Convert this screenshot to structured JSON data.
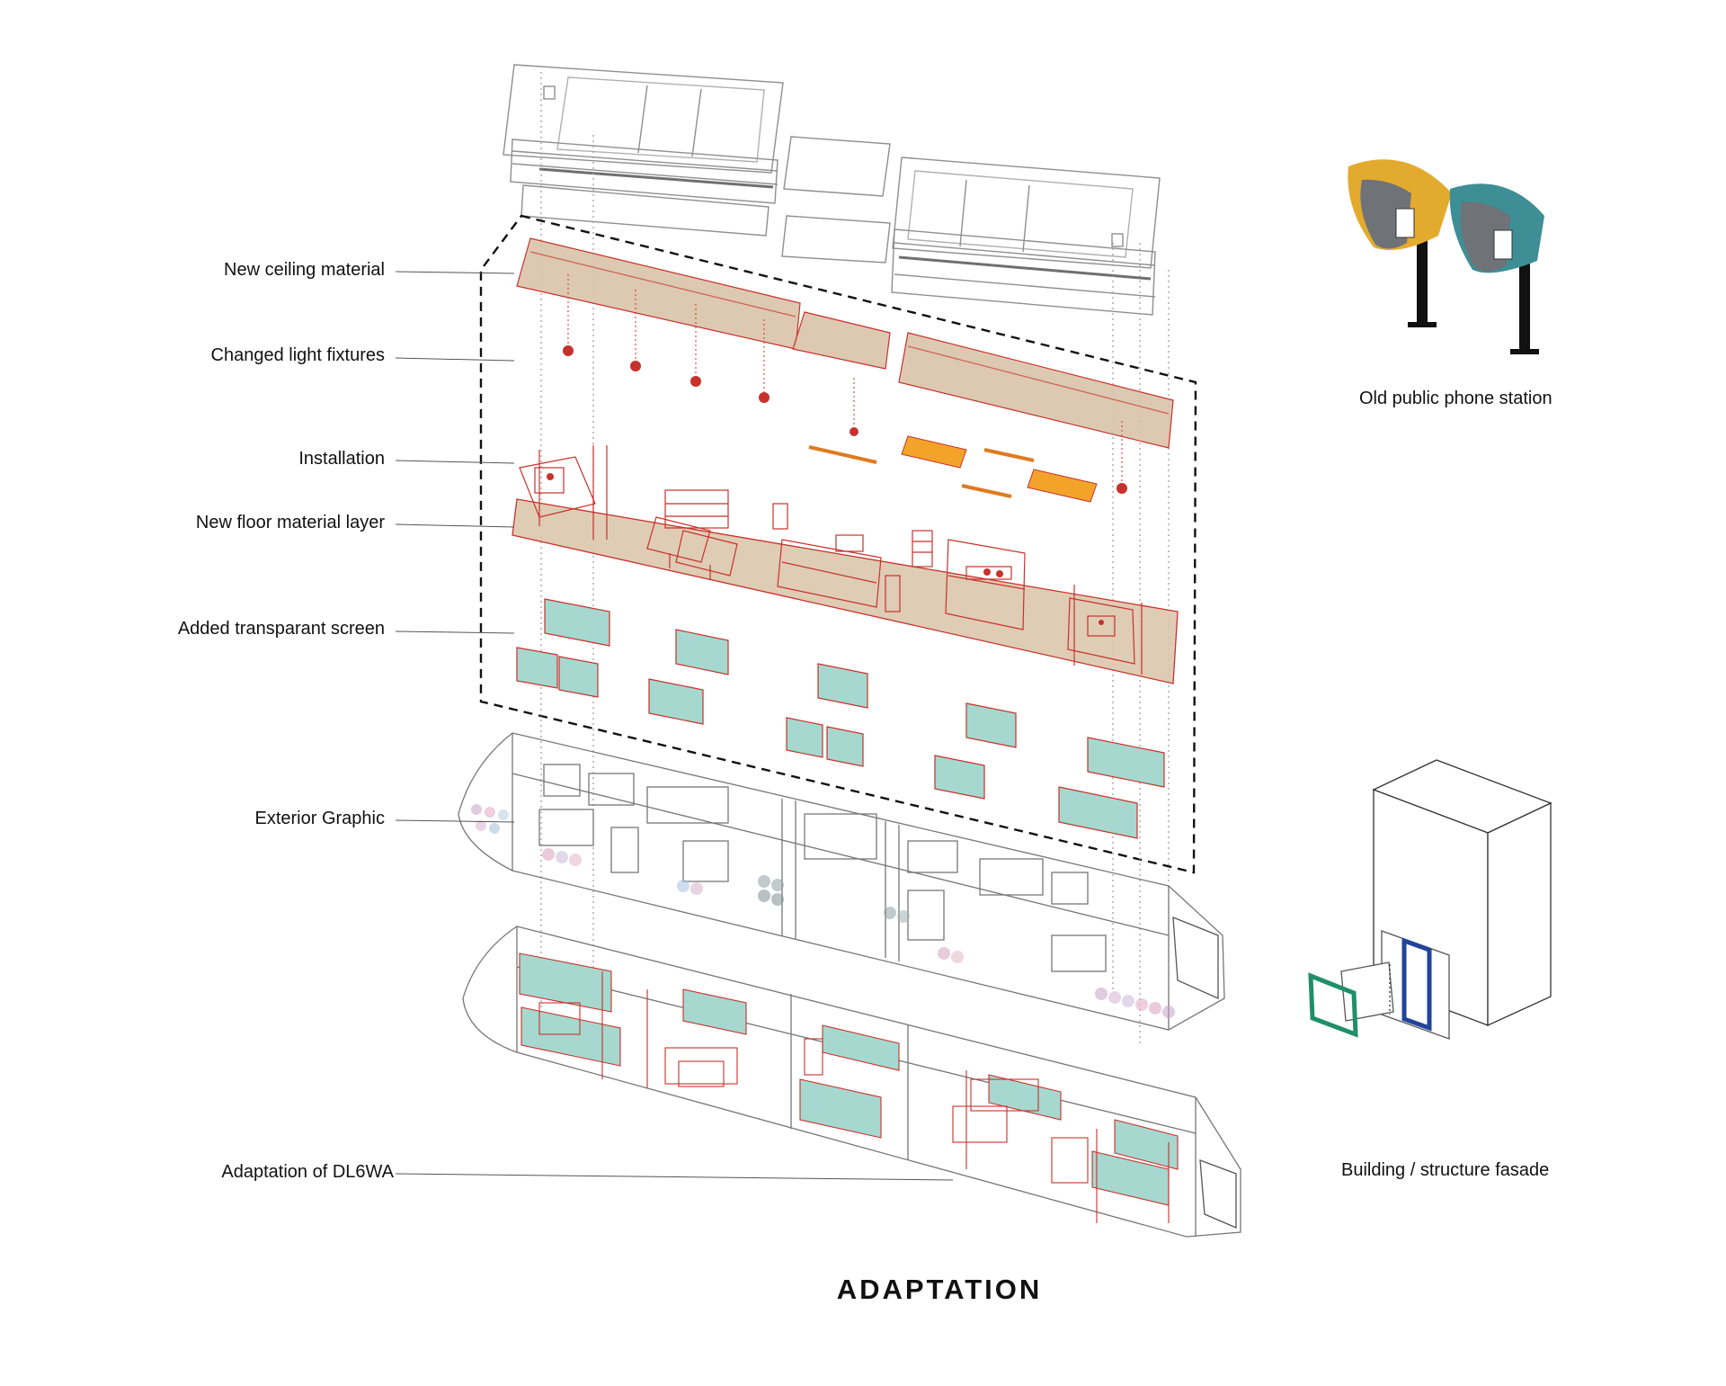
{
  "labels": {
    "ceiling": "New ceiling material",
    "lights": "Changed light fixtures",
    "installation": "Installation",
    "floor": "New floor material layer",
    "screen": "Added transparant screen",
    "exterior": "Exterior Graphic",
    "adaptation": "Adaptation of DL6WA",
    "phone": "Old public phone station",
    "building": "Building / structure fasade"
  },
  "title": "ADAPTATION",
  "colors": {
    "ceiling_fill": "#d9c3a8",
    "accent_red": "#c8312b",
    "screen_fill": "#a6d8cf",
    "lamp_orange": "#f4a32a",
    "phone_yellow": "#e3ab2e",
    "phone_teal": "#3e8e95",
    "phone_grey": "#6f7378",
    "frame_green": "#1f8f6a",
    "frame_blue": "#21449b",
    "line_grey": "#8a8a8a"
  }
}
